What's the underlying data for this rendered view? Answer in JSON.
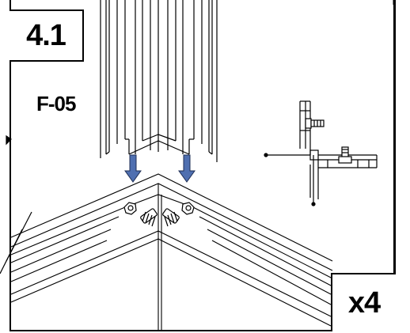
{
  "step": {
    "label": "4.1"
  },
  "part": {
    "code": "F-05"
  },
  "quantity": {
    "label": "x4"
  },
  "colors": {
    "arrow": "#4f6fb0",
    "arrow_outline": "#1e2e55",
    "line": "#000000"
  },
  "icons": [
    "down-arrow-icon",
    "screw-icon",
    "bolt-icon",
    "profile-cross-section-icon"
  ]
}
